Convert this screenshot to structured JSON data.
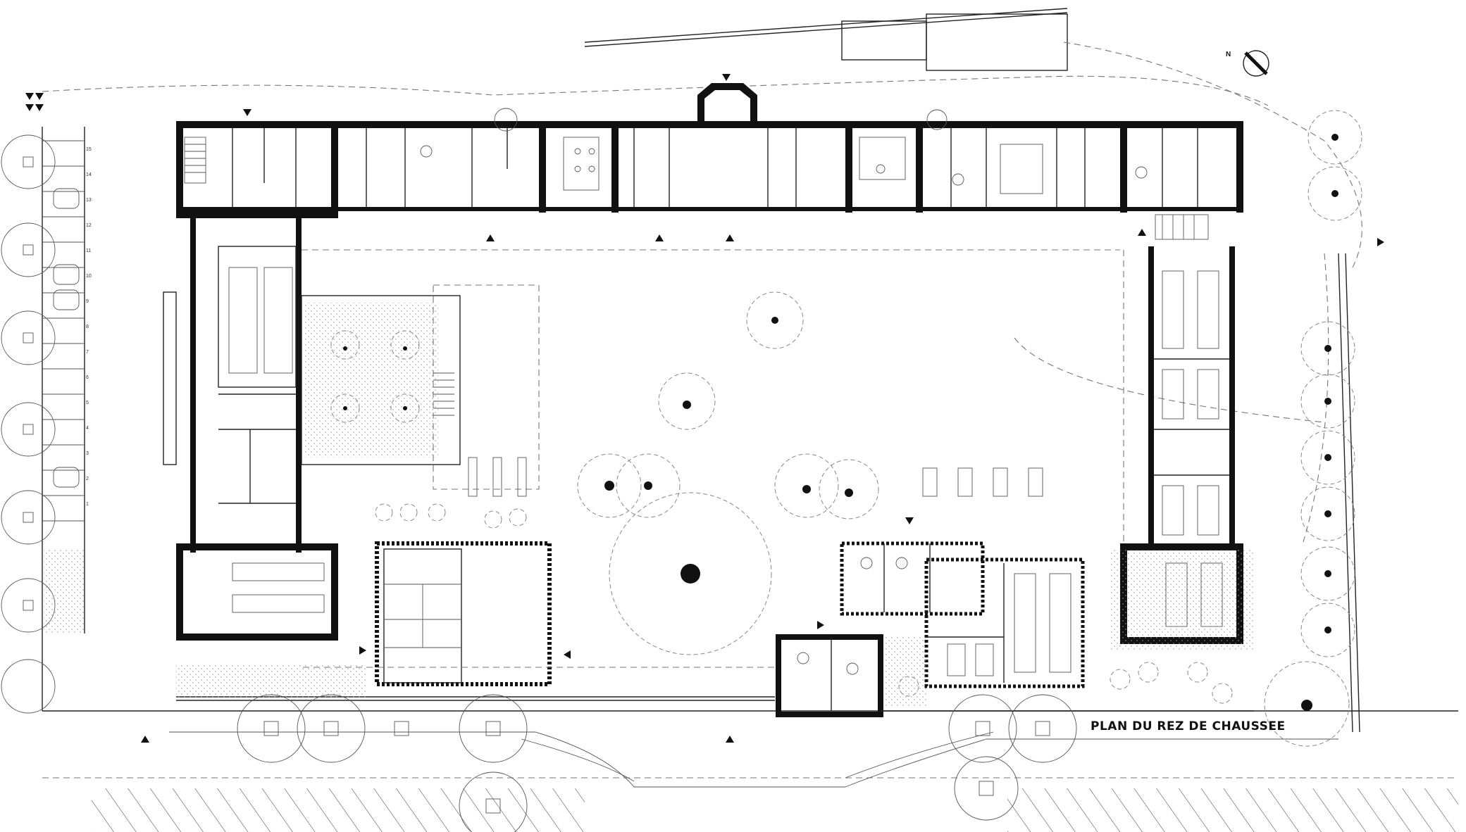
{
  "plan": {
    "title": "PLAN DU REZ DE CHAUSSEE",
    "north_label": "N",
    "parking_stall_numbers": [
      "1",
      "2",
      "3",
      "4",
      "5",
      "6",
      "7",
      "8",
      "9",
      "10",
      "11",
      "12",
      "13",
      "14",
      "15"
    ]
  },
  "colors": {
    "wall": "#111111",
    "line": "#222222",
    "landscape": "#888888",
    "background": "#ffffff"
  }
}
